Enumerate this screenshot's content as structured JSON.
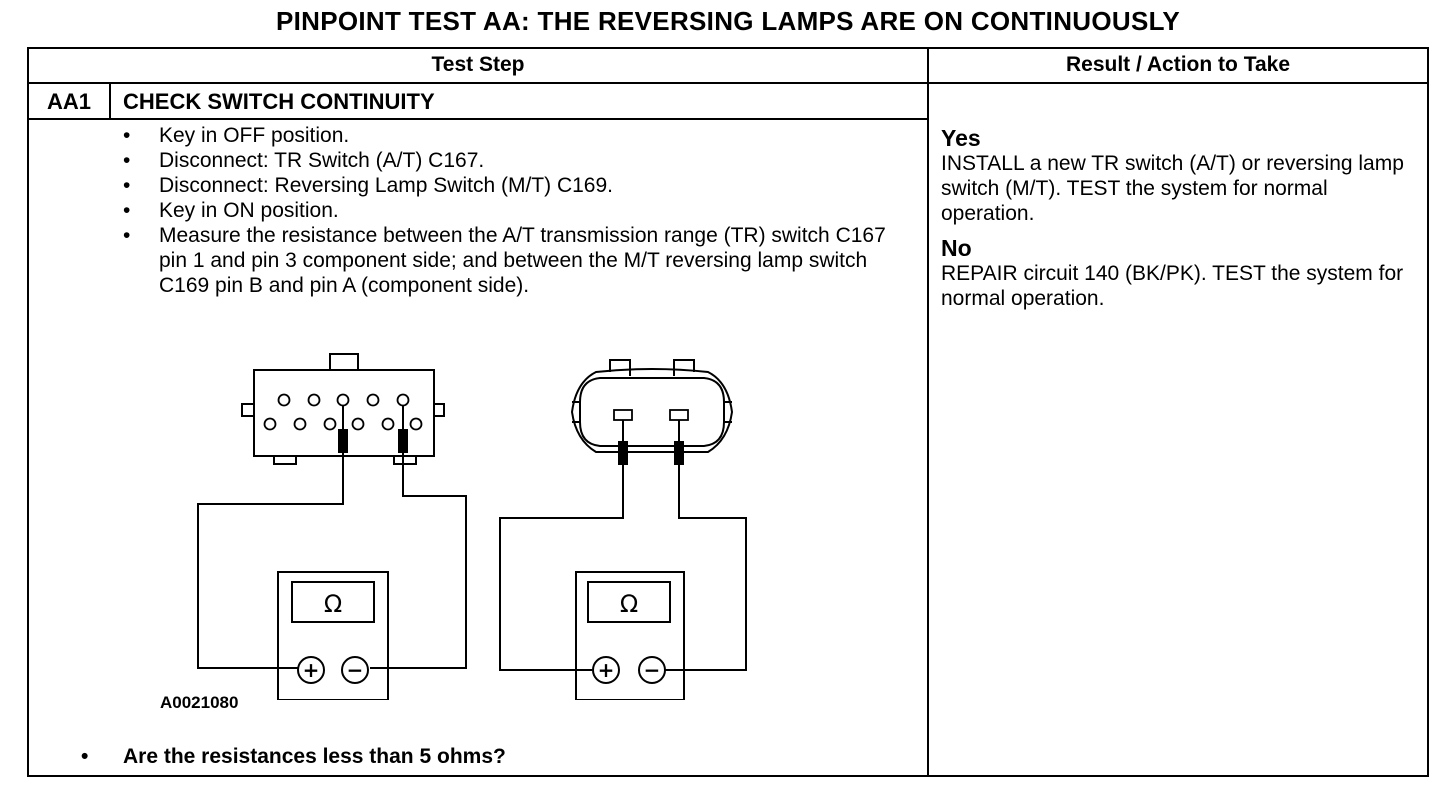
{
  "title": "PINPOINT TEST  AA: THE REVERSING LAMPS ARE ON CONTINUOUSLY",
  "headers": {
    "test_step": "Test Step",
    "result": "Result / Action to Take"
  },
  "step": {
    "id": "AA1",
    "title": "CHECK SWITCH CONTINUITY",
    "items": [
      "Key in OFF position.",
      "Disconnect: TR Switch (A/T) C167.",
      "Disconnect: Reversing Lamp Switch (M/T) C169.",
      "Key in ON position.",
      "Measure the resistance between the A/T transmission range (TR) switch C167 pin 1 and pin 3 component side; and between the M/T reversing lamp switch C169 pin B and pin A (component side)."
    ],
    "question": "Are the resistances less than 5 ohms?"
  },
  "figure": {
    "id": "A0021080",
    "meter_symbol": "Ω",
    "plus": "+",
    "minus": "−"
  },
  "results": {
    "yes_label": "Yes",
    "yes_text": "INSTALL a new TR switch (A/T) or reversing lamp switch (M/T). TEST the system for normal operation.",
    "no_label": "No",
    "no_text": "REPAIR circuit 140 (BK/PK). TEST the system for normal operation."
  }
}
